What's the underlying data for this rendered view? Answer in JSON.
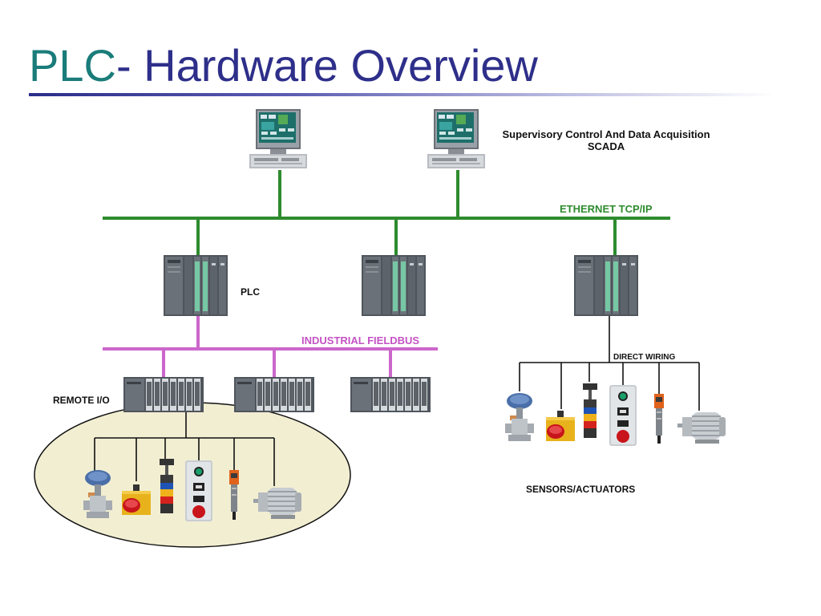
{
  "slide": {
    "title_part1": "PLC",
    "title_part2": "- Hardware Overview"
  },
  "labels": {
    "scada_line1": "Supervisory Control And Data Acquisition",
    "scada_line2": "SCADA",
    "ethernet": "ETHERNET TCP/IP",
    "plc": "PLC",
    "fieldbus": "INDUSTRIAL FIELDBUS",
    "remote_io": "REMOTE I/O",
    "direct_wiring": "DIRECT WIRING",
    "sensors_actuators": "SENSORS/ACTUATORS"
  },
  "colors": {
    "title_accent": "#1a7c7a",
    "title_main": "#2e2f8a",
    "ethernet_line": "#2e8b2e",
    "fieldbus_line": "#cc66cc",
    "wiring_line": "#111111",
    "remote_io_region": "#f2eed2"
  },
  "icons": {
    "workstations": [
      "scada-workstation-icon",
      "scada-workstation-icon"
    ],
    "plcs": [
      "plc-rack-icon",
      "plc-rack-icon",
      "plc-rack-icon"
    ],
    "remote_io_modules": [
      "io-module-icon",
      "io-module-icon",
      "io-module-icon"
    ],
    "field_devices": [
      "control-valve-icon",
      "emergency-stop-icon",
      "signal-tower-icon",
      "push-button-station-icon",
      "proximity-sensor-icon",
      "electric-motor-icon"
    ]
  }
}
